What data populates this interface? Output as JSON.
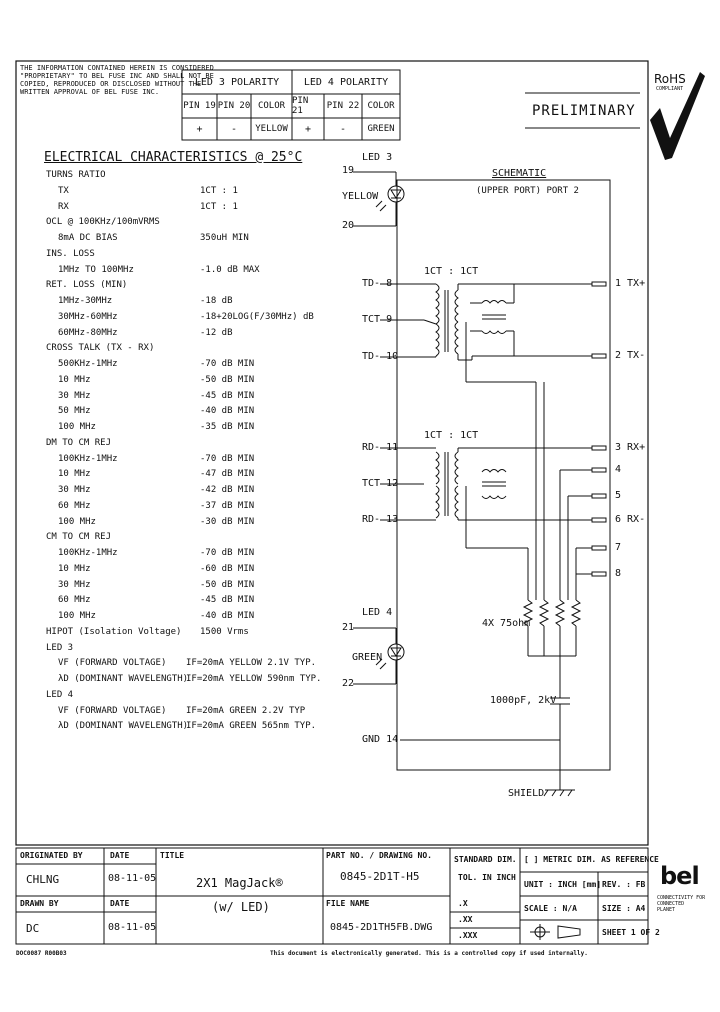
{
  "notice": [
    "THE INFORMATION CONTAINED HEREIN IS CONSIDERED",
    "\"PROPRIETARY\" TO BEL FUSE INC AND SHALL NOT BE",
    "COPIED, REPRODUCED OR DISCLOSED WITHOUT THE",
    "WRITTEN APPROVAL OF BEL FUSE INC."
  ],
  "polarity": {
    "led3_title": "LED 3 POLARITY",
    "led4_title": "LED 4 POLARITY",
    "headers": [
      "PIN 19",
      "PIN 20",
      "COLOR",
      "PIN 21",
      "PIN 22",
      "COLOR"
    ],
    "values": [
      "+",
      "-",
      "YELLOW",
      "+",
      "-",
      "GREEN"
    ]
  },
  "rohs": {
    "label": "RoHS",
    "sub": "COMPLIANT"
  },
  "status": "PRELIMINARY",
  "electrical": {
    "title": "ELECTRICAL CHARACTERISTICS @ 25°C",
    "rows": [
      {
        "l": "TURNS RATIO",
        "v": "",
        "indent": 0
      },
      {
        "l": "TX",
        "v": "1CT : 1",
        "indent": 1
      },
      {
        "l": "RX",
        "v": "1CT : 1",
        "indent": 1
      },
      {
        "l": "OCL @ 100KHz/100mVRMS",
        "v": "",
        "indent": 0
      },
      {
        "l": "8mA DC BIAS",
        "v": "350uH MIN",
        "indent": 1
      },
      {
        "l": "INS. LOSS",
        "v": "",
        "indent": 0
      },
      {
        "l": "1MHz TO 100MHz",
        "v": "-1.0 dB MAX",
        "indent": 1
      },
      {
        "l": "RET. LOSS (MIN)",
        "v": "",
        "indent": 0
      },
      {
        "l": "1MHz-30MHz",
        "v": "-18 dB",
        "indent": 1
      },
      {
        "l": "30MHz-60MHz",
        "v": "-18+20LOG(F/30MHz) dB",
        "indent": 1
      },
      {
        "l": "60MHz-80MHz",
        "v": "-12 dB",
        "indent": 1
      },
      {
        "l": "CROSS TALK (TX - RX)",
        "v": "",
        "indent": 0
      },
      {
        "l": "500KHz-1MHz",
        "v": "-70 dB MIN",
        "indent": 1
      },
      {
        "l": "10 MHz",
        "v": "-50 dB MIN",
        "indent": 1
      },
      {
        "l": "30 MHz",
        "v": "-45 dB MIN",
        "indent": 1
      },
      {
        "l": "50 MHz",
        "v": "-40 dB MIN",
        "indent": 1
      },
      {
        "l": "100 MHz",
        "v": "-35 dB MIN",
        "indent": 1
      },
      {
        "l": "DM TO CM REJ",
        "v": "",
        "indent": 0
      },
      {
        "l": "100KHz-1MHz",
        "v": "-70 dB MIN",
        "indent": 1
      },
      {
        "l": "10 MHz",
        "v": "-47 dB MIN",
        "indent": 1
      },
      {
        "l": "30 MHz",
        "v": "-42 dB MIN",
        "indent": 1
      },
      {
        "l": "60 MHz",
        "v": "-37 dB MIN",
        "indent": 1
      },
      {
        "l": "100 MHz",
        "v": "-30 dB MIN",
        "indent": 1
      },
      {
        "l": "CM TO CM REJ",
        "v": "",
        "indent": 0
      },
      {
        "l": "100KHz-1MHz",
        "v": "-70 dB MIN",
        "indent": 1
      },
      {
        "l": "10 MHz",
        "v": "-60 dB MIN",
        "indent": 1
      },
      {
        "l": "30 MHz",
        "v": "-50 dB MIN",
        "indent": 1
      },
      {
        "l": "60 MHz",
        "v": "-45 dB MIN",
        "indent": 1
      },
      {
        "l": "100 MHz",
        "v": "-40 dB MIN",
        "indent": 1
      },
      {
        "l": "HIPOT (Isolation Voltage)",
        "v": "1500 Vrms",
        "indent": 0
      },
      {
        "l": "LED 3",
        "v": "",
        "indent": 0
      },
      {
        "l": "VF (FORWARD VOLTAGE)",
        "v": "IF=20mA  YELLOW  2.1V TYP.",
        "indent": 1
      },
      {
        "l": "λD (DOMINANT WAVELENGTH)",
        "v": "IF=20mA  YELLOW  590nm TYP.",
        "indent": 1
      },
      {
        "l": "LED 4",
        "v": "",
        "indent": 0
      },
      {
        "l": "VF (FORWARD VOLTAGE)",
        "v": "IF=20mA  GREEN  2.2V TYP",
        "indent": 1
      },
      {
        "l": "λD (DOMINANT WAVELENGTH)",
        "v": "IF=20mA  GREEN  565nm TYP.",
        "indent": 1
      }
    ]
  },
  "schematic": {
    "title": "SCHEMATIC",
    "subtitle": "(UPPER PORT) PORT 2",
    "led3": "LED 3",
    "led4": "LED 4",
    "yellow": "YELLOW",
    "green": "GREEN",
    "pin19": "19",
    "pin20": "20",
    "pin21": "21",
    "pin22": "22",
    "ratio1": "1CT : 1CT",
    "ratio2": "1CT : 1CT",
    "left_pins": [
      "TD- 8",
      "TCT 9",
      "TD- 10",
      "RD- 11",
      "TCT 12",
      "RD- 13"
    ],
    "right_pins": [
      "1 TX+",
      "2 TX-",
      "3 RX+",
      "4",
      "5",
      "6 RX-",
      "7",
      "8"
    ],
    "resistors": "4X 75ohm",
    "capacitor": "1000pF, 2kV",
    "gnd": "GND 14",
    "shield": "SHIELD"
  },
  "title_block": {
    "originated_by_label": "ORIGINATED BY",
    "originated_by": "CHLNG",
    "date_label": "DATE",
    "date1": "08-11-05",
    "drawn_by_label": "DRAWN BY",
    "drawn_by": "DC",
    "date2": "08-11-05",
    "title_label": "TITLE",
    "title_line1": "2X1 MagJack®",
    "title_line2": "(w/ LED)",
    "part_label": "PART NO. / DRAWING NO.",
    "part_no": "0845-2D1T-H5",
    "file_label": "FILE NAME",
    "file_name": "0845-2D1TH5FB.DWG",
    "std_dim": "STANDARD DIM.",
    "tol": "TOL. IN INCH",
    "tol_x": ".X",
    "tol_xx": ".XX",
    "tol_xxx": ".XXX",
    "metric": "[ ] METRIC DIM. AS REFERENCE",
    "unit": "UNIT : INCH [mm]",
    "rev": "REV. : FB",
    "scale": "SCALE :   N/A",
    "size": "SIZE : A4",
    "sheet": "SHEET 1 OF 2",
    "company": "bel",
    "company_sub": "CONNECTIVITY FOR\nCONNECTED\nPLANET"
  },
  "doc_code": "DOC0087 R00B03",
  "footer_note": "This document is electronically generated. This is a controlled copy if used internally."
}
